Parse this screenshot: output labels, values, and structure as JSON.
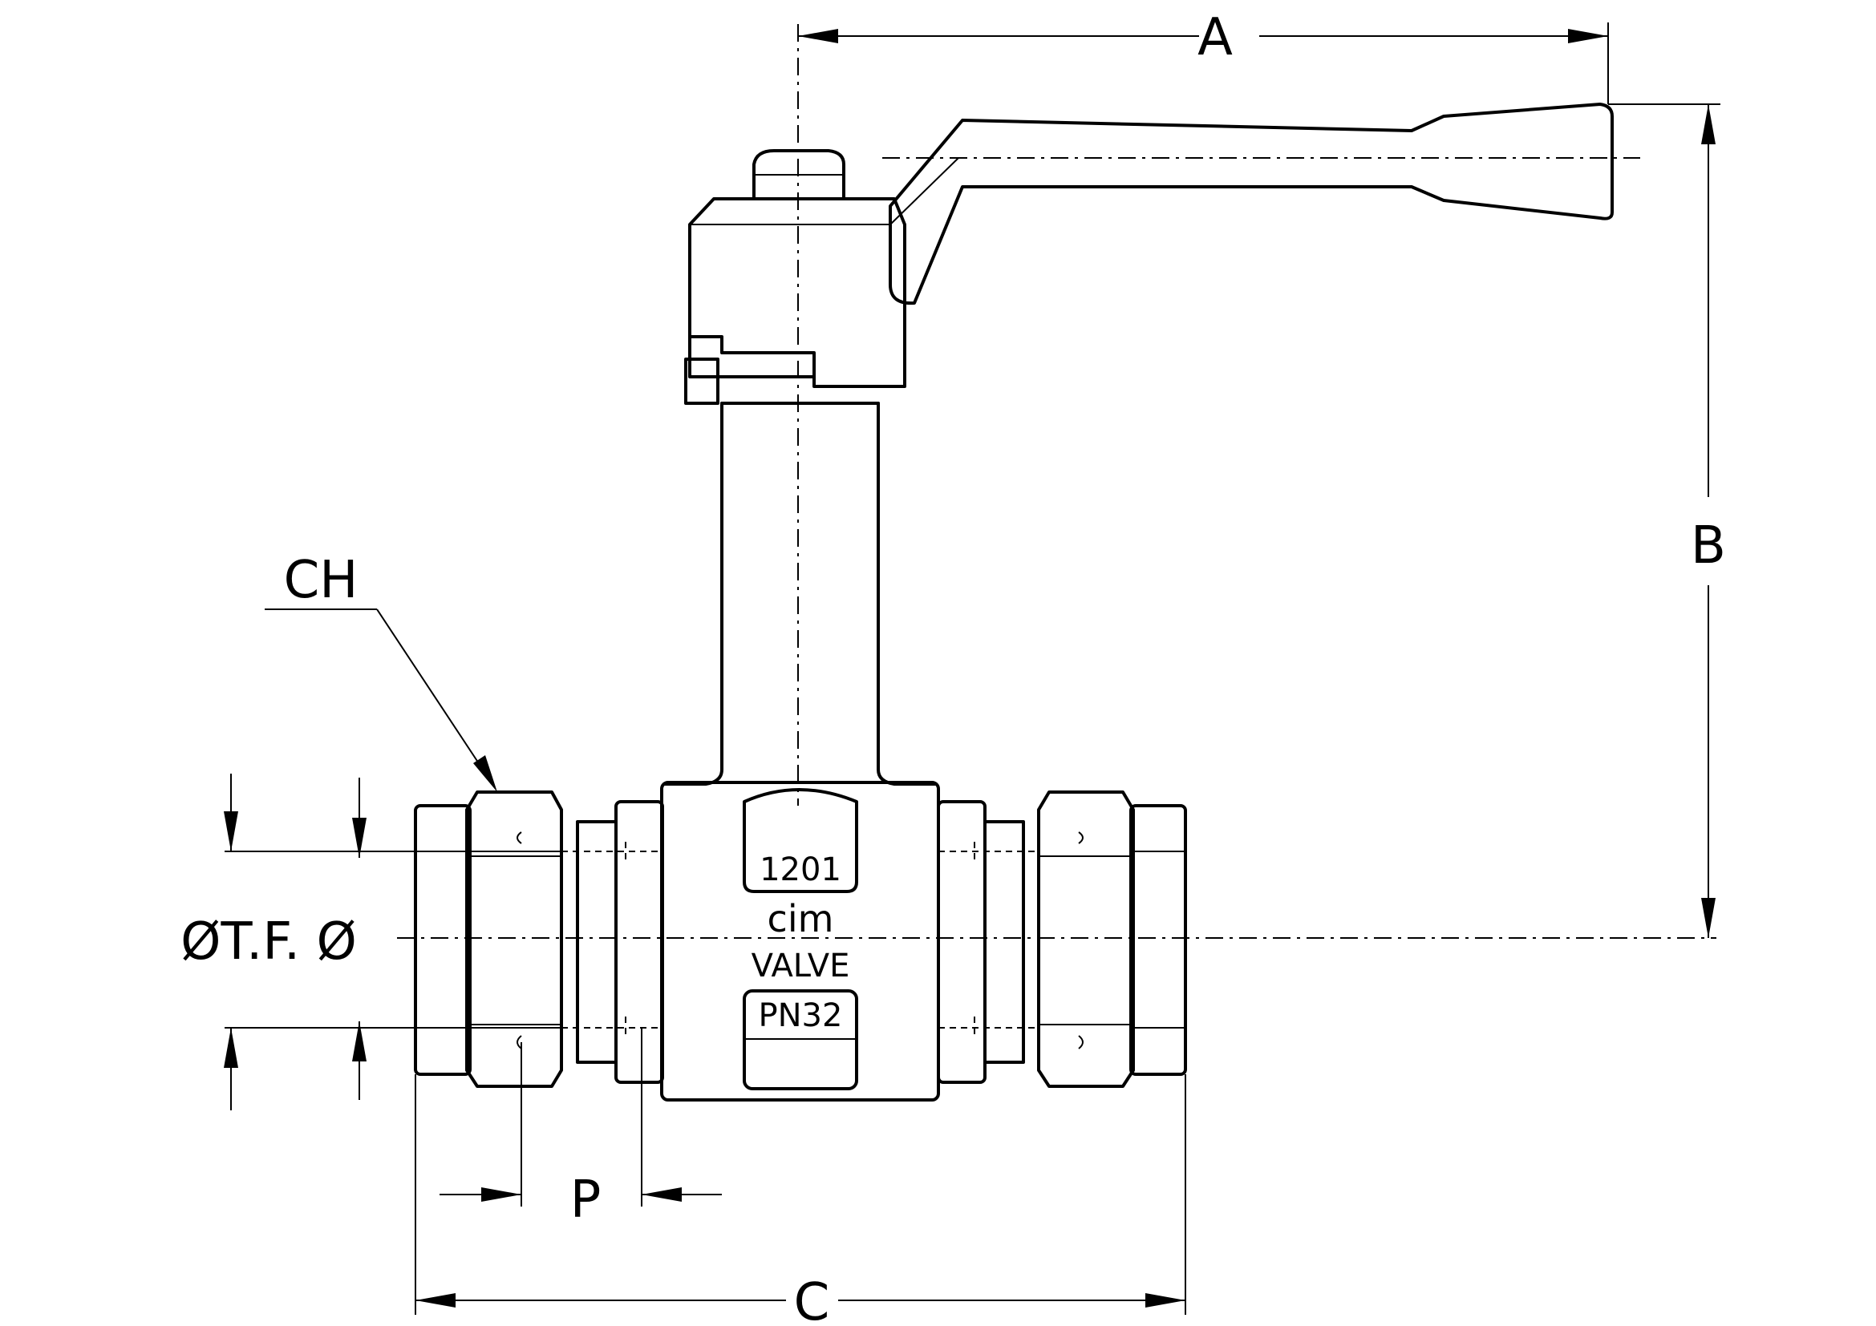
{
  "dimensions": {
    "a": "A",
    "b": "B",
    "c": "C",
    "p": "P",
    "ch": "CH",
    "tf": "ØT.F. Ø"
  },
  "body_marking": {
    "size": "1201",
    "brand": "cim",
    "line": "VALVE",
    "pressure": "PN32"
  }
}
